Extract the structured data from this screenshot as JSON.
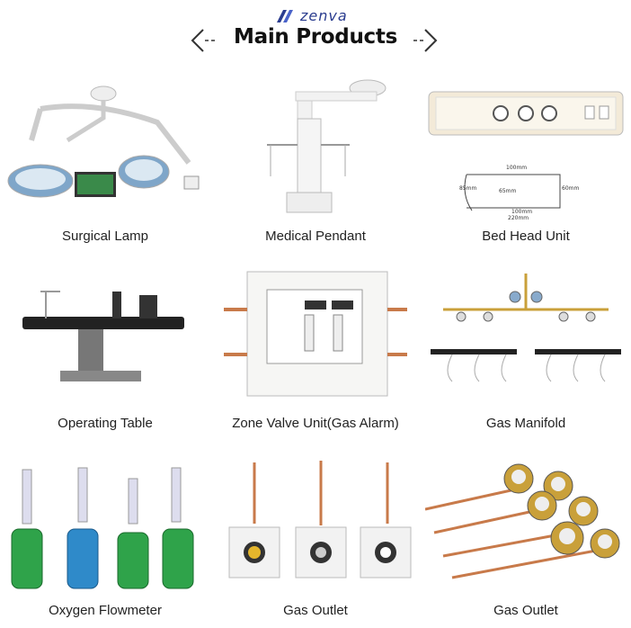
{
  "header": {
    "brand": "zenva",
    "title": "Main Products"
  },
  "products": [
    {
      "label": "Surgical Lamp",
      "icon": "surgical-lamp-image"
    },
    {
      "label": "Medical Pendant",
      "icon": "medical-pendant-image"
    },
    {
      "label": "Bed Head Unit",
      "icon": "bed-head-unit-image"
    },
    {
      "label": "Operating Table",
      "icon": "operating-table-image"
    },
    {
      "label": "Zone Valve Unit(Gas Alarm)",
      "icon": "zone-valve-unit-image"
    },
    {
      "label": "Gas Manifold",
      "icon": "gas-manifold-image"
    },
    {
      "label": "Oxygen Flowmeter",
      "icon": "oxygen-flowmeter-image"
    },
    {
      "label": "Gas Outlet",
      "icon": "gas-outlet-image"
    },
    {
      "label": "Gas Outlet",
      "icon": "gas-outlet-copper-image"
    }
  ],
  "bed_head_dims": {
    "top": "100mm",
    "mid": "65mm",
    "left": "85mm",
    "right": "60mm",
    "bottom1": "100mm",
    "bottom2": "220mm"
  },
  "colors": {
    "brand": "#2b3d8f",
    "copper": "#c87a4a",
    "gold": "#c9a03a"
  }
}
